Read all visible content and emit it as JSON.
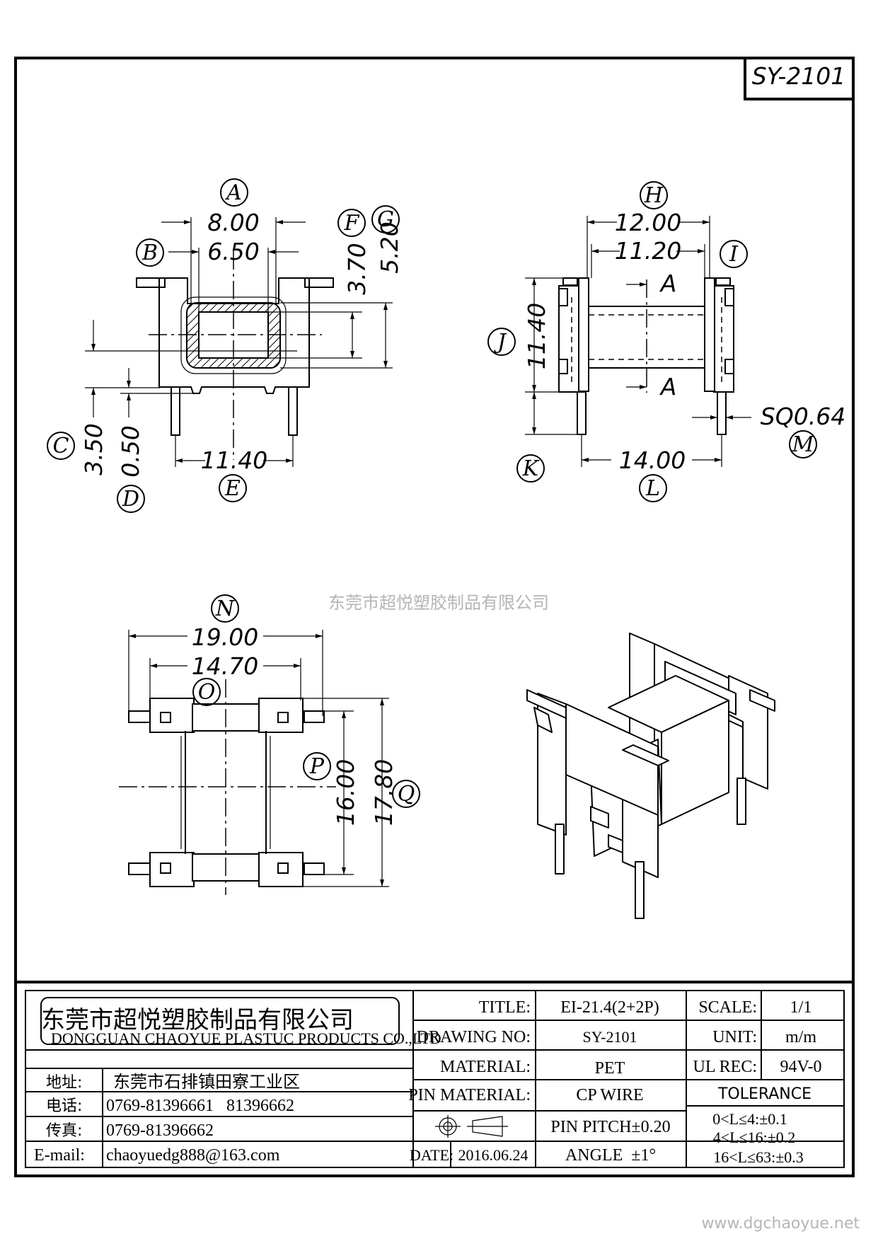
{
  "drawing_code": "SY-2101",
  "watermark": "东莞市超悦塑胶制品有限公司",
  "website": "www.dgchaoyue.net",
  "views": {
    "front": {
      "dims": [
        {
          "id": "A",
          "value": "8.00"
        },
        {
          "id": "B",
          "value": "6.50"
        },
        {
          "id": "F",
          "value": "3.70"
        },
        {
          "id": "G",
          "value": "5.20"
        },
        {
          "id": "C",
          "value": "3.50"
        },
        {
          "id": "D",
          "value": "0.50"
        },
        {
          "id": "E",
          "value": "11.40"
        }
      ]
    },
    "side": {
      "dims": [
        {
          "id": "H",
          "value": "12.00"
        },
        {
          "id": "I",
          "value": "11.20"
        },
        {
          "id": "J",
          "value": "11.40"
        },
        {
          "id": "K",
          "value": ""
        },
        {
          "id": "L",
          "value": "14.00"
        },
        {
          "id": "M",
          "value": "SQ0.64"
        }
      ],
      "section_mark": "A"
    },
    "top": {
      "dims": [
        {
          "id": "N",
          "value": "19.00"
        },
        {
          "id": "O",
          "value": "14.70"
        },
        {
          "id": "P",
          "value": "16.00"
        },
        {
          "id": "Q",
          "value": "17.80"
        }
      ]
    }
  },
  "title_block": {
    "company_cn": "东莞市超悦塑胶制品有限公司",
    "company_en": "DONGGUAN CHAOYUE PLASTUC PRODUCTS CO.,LTD",
    "address_label": "地址:",
    "address": "东莞市石排镇田寮工业区",
    "phone_label": "电话:",
    "phone": "0769-81396661   81396662",
    "fax_label": "传真:",
    "fax": "0769-81396662",
    "email_label": "E-mail:",
    "email": "chaoyuedg888@163.com",
    "title_label": "TITLE:",
    "title": "EI-21.4(2+2P)",
    "scale_label": "SCALE:",
    "scale": "1/1",
    "drawing_no_label": "DRAWING NO:",
    "drawing_no": "SY-2101",
    "unit_label": "UNIT:",
    "unit": "m/m",
    "material_label": "MATERIAL:",
    "material": "PET",
    "ul_label": "UL REC:",
    "ul": "94V-0",
    "pin_material_label": "PIN MATERIAL:",
    "pin_material": "CP WIRE",
    "tolerance_label": "TOLERANCE",
    "pin_pitch": "PIN PITCH±0.20",
    "angle": "ANGLE  ±1°",
    "date_label": "DATE:",
    "date": "2016.06.24",
    "tolerance_rows": [
      "0<L≤4:±0.1",
      "4<L≤16:±0.2",
      "16<L≤63:±0.3"
    ]
  }
}
